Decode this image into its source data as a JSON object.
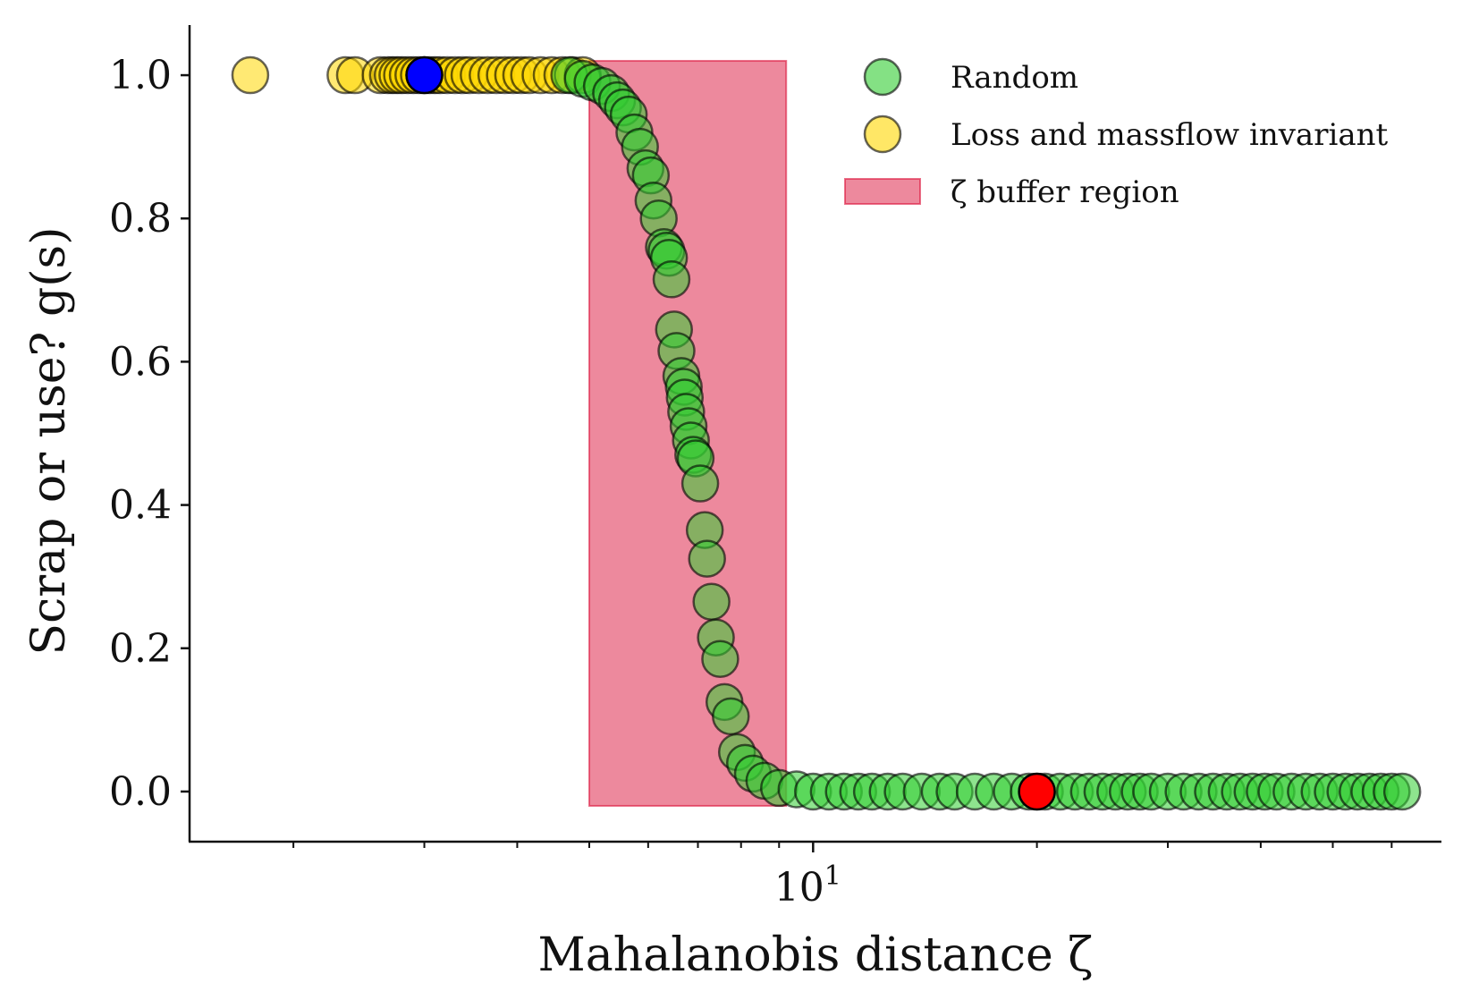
{
  "chart_data": {
    "type": "scatter",
    "xscale": "log",
    "xlabel": "Mahalanobis distance ζ",
    "ylabel": "Scrap or use?  g(s)",
    "xlim": [
      1.45,
      70
    ],
    "ylim": [
      -0.07,
      1.07
    ],
    "yticks": [
      0.0,
      0.2,
      0.4,
      0.6,
      0.8,
      1.0
    ],
    "ytick_labels": [
      "0.0",
      "0.2",
      "0.4",
      "0.6",
      "0.8",
      "1.0"
    ],
    "xtick_base": "10",
    "xtick_exp": "1",
    "xticks_major": [
      10
    ],
    "xticks_minor": [
      2,
      3,
      4,
      5,
      6,
      7,
      8,
      9,
      20,
      30,
      40,
      50,
      60
    ],
    "grid": false,
    "legend_position": "top-right",
    "legend": [
      {
        "label": "Random",
        "color": "#32cd32",
        "kind": "marker"
      },
      {
        "label": "Loss and massflow invariant",
        "color": "#ffd700",
        "kind": "marker"
      },
      {
        "label": "ζ buffer region",
        "color": "#dc143c",
        "kind": "patch"
      }
    ],
    "buffer_region": {
      "x": [
        5.0,
        9.2
      ],
      "y": [
        -0.02,
        1.02
      ],
      "color": "#dc143c"
    },
    "series": [
      {
        "name": "Loss and massflow invariant",
        "color": "#ffd700",
        "x": [
          1.75,
          2.35,
          2.42,
          2.62,
          2.68,
          2.72,
          2.76,
          2.8,
          2.85,
          2.9,
          2.95,
          3.0,
          3.05,
          3.1,
          3.15,
          3.22,
          3.3,
          3.38,
          3.45,
          3.55,
          3.65,
          3.75,
          3.85,
          3.95,
          4.05,
          4.15,
          4.3,
          4.45,
          4.6,
          4.75,
          4.9
        ],
        "y": [
          1.0,
          1.0,
          1.0,
          1.0,
          1.0,
          1.0,
          1.0,
          1.0,
          1.0,
          1.0,
          1.0,
          1.0,
          1.0,
          1.0,
          1.0,
          1.0,
          1.0,
          1.0,
          1.0,
          1.0,
          1.0,
          1.0,
          1.0,
          1.0,
          1.0,
          1.0,
          1.0,
          1.0,
          1.0,
          1.0,
          1.0
        ]
      },
      {
        "name": "Random",
        "color": "#32cd32",
        "x": [
          4.7,
          4.9,
          5.05,
          5.2,
          5.35,
          5.45,
          5.55,
          5.65,
          5.75,
          5.85,
          5.95,
          6.05,
          6.1,
          6.2,
          6.3,
          6.35,
          6.4,
          6.45,
          6.5,
          6.55,
          6.65,
          6.7,
          6.72,
          6.75,
          6.8,
          6.85,
          6.9,
          6.95,
          7.05,
          7.15,
          7.2,
          7.3,
          7.4,
          7.5,
          7.6,
          7.75,
          7.9,
          8.1,
          8.3,
          8.6,
          9.0,
          9.5,
          10.0,
          10.5,
          11.0,
          11.5,
          12.0,
          12.6,
          13.2,
          14.0,
          14.8,
          15.5,
          16.5,
          17.5,
          18.5,
          19.5,
          20.5,
          21.5,
          22.5,
          23.5,
          24.5,
          25.5,
          26.5,
          27.5,
          28.5,
          30.0,
          31.5,
          33.0,
          34.5,
          36.0,
          37.5,
          39.0,
          40.5,
          42.0,
          44.0,
          46.0,
          48.0,
          50.0,
          52.0,
          54.0,
          56.0,
          58.0,
          60.0,
          62.0
        ],
        "y": [
          1.0,
          0.995,
          0.99,
          0.985,
          0.975,
          0.965,
          0.955,
          0.945,
          0.92,
          0.9,
          0.87,
          0.86,
          0.825,
          0.8,
          0.76,
          0.755,
          0.745,
          0.715,
          0.645,
          0.615,
          0.58,
          0.565,
          0.55,
          0.53,
          0.51,
          0.49,
          0.47,
          0.465,
          0.43,
          0.365,
          0.325,
          0.265,
          0.215,
          0.185,
          0.125,
          0.105,
          0.055,
          0.04,
          0.025,
          0.015,
          0.005,
          0.003,
          0.0,
          0.0,
          0.0,
          0.0,
          0.0,
          0.0,
          0.0,
          0.0,
          0.0,
          0.0,
          0.0,
          0.0,
          0.0,
          0.0,
          0.0,
          0.0,
          0.0,
          0.0,
          0.0,
          0.0,
          0.0,
          0.0,
          0.0,
          0.0,
          0.0,
          0.0,
          0.0,
          0.0,
          0.0,
          0.0,
          0.0,
          0.0,
          0.0,
          0.0,
          0.0,
          0.0,
          0.0,
          0.0,
          0.0,
          0.0,
          0.0,
          0.0
        ]
      }
    ],
    "highlights": [
      {
        "x": 3.0,
        "y": 1.0,
        "color": "#0000ff"
      },
      {
        "x": 20.0,
        "y": 0.0,
        "color": "#ff0000"
      }
    ]
  }
}
